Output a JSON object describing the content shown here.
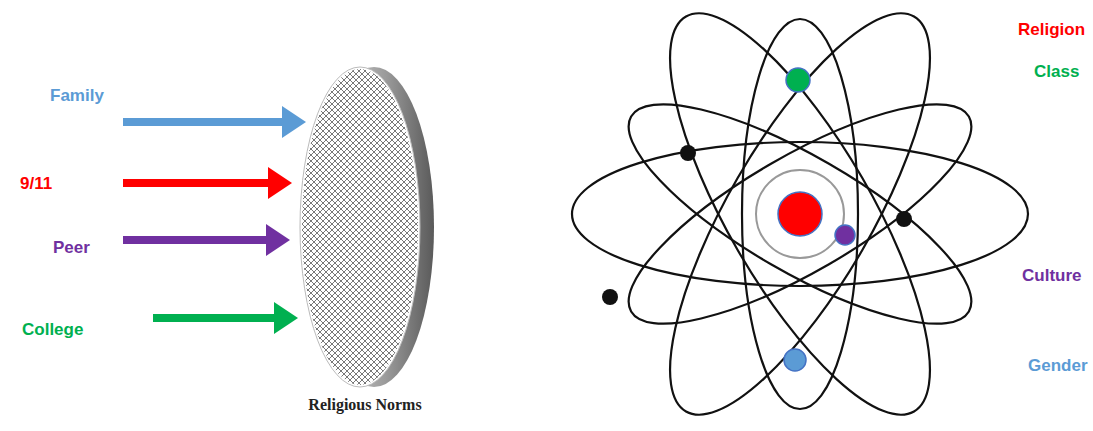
{
  "diagram": {
    "nodes": [
      {
        "text": [
          "Religious Norms"
        ]
      }
    ],
    "labels": [
      "Family",
      "9/11",
      "Peer",
      "College",
      "Religion",
      "Class",
      "Culture",
      "Gender"
    ]
  }
}
